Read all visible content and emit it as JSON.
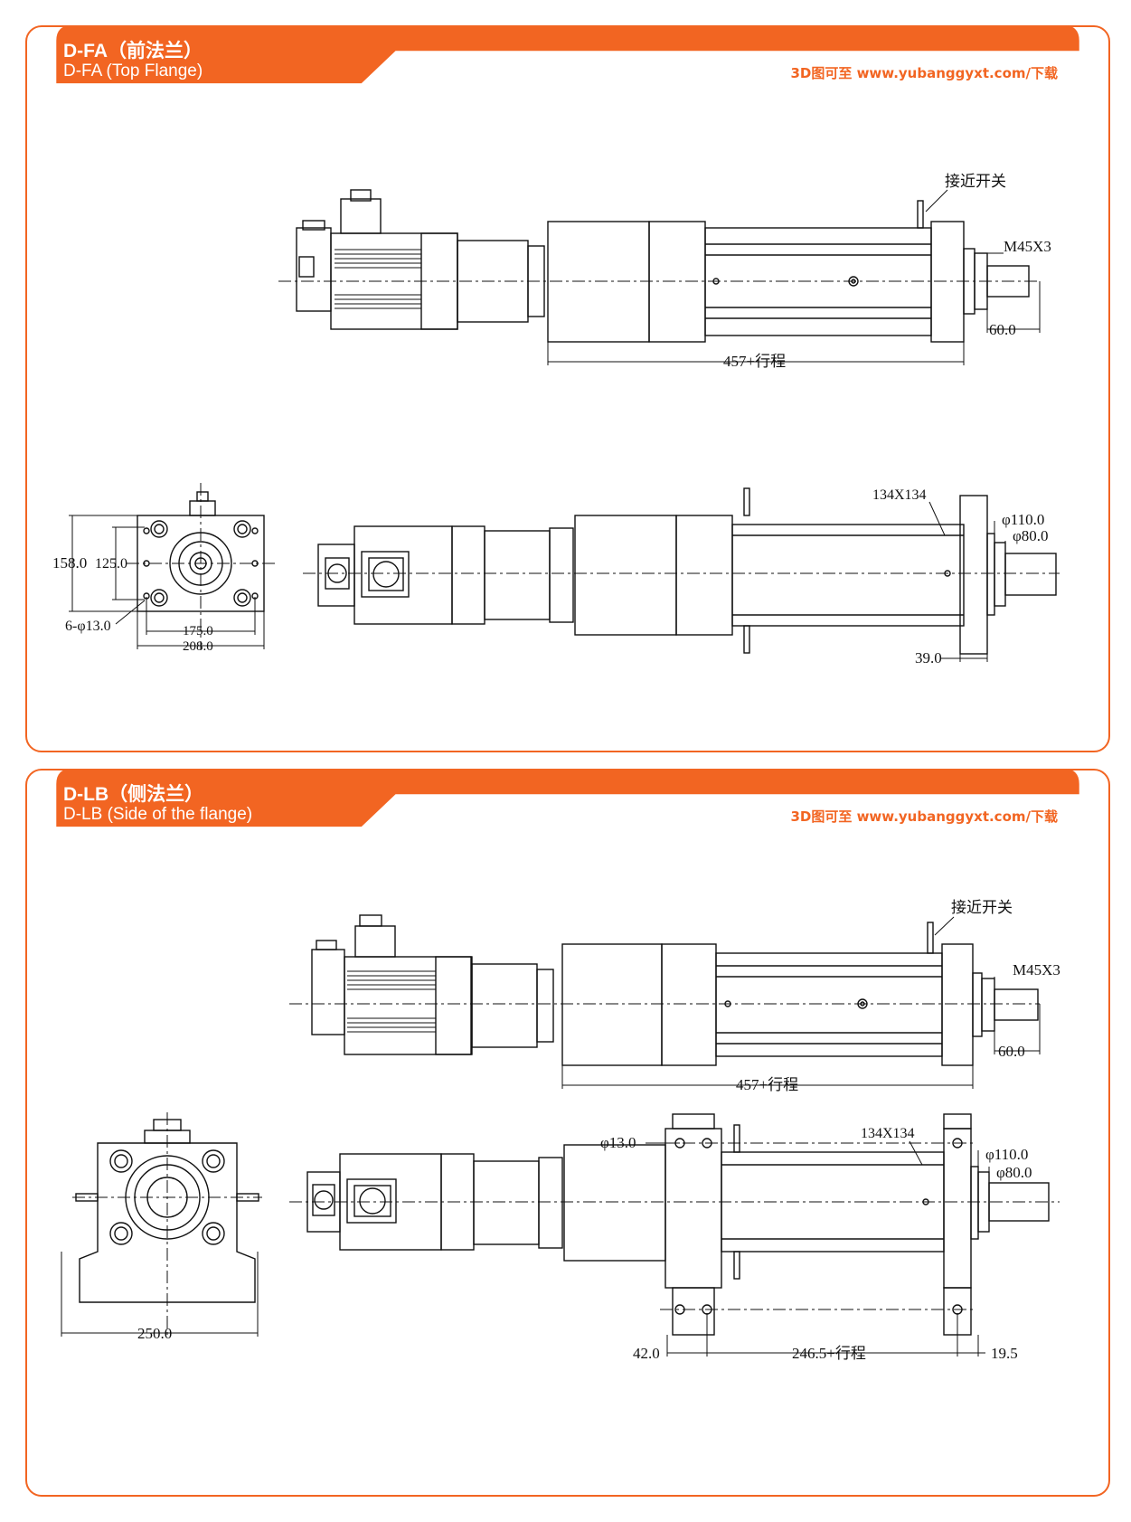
{
  "sections": [
    {
      "title": "D-FA（前法兰）",
      "subtitle": "D-FA (Top Flange)",
      "download": "3D图可至 www.yubanggyxt.com/下载",
      "labels": {
        "switch": "接近开关",
        "thread": "M45X3",
        "rod_ext": "60.0",
        "length": "457+行程",
        "h1": "158.0",
        "h2": "125.0",
        "holes": "6-φ13.0",
        "w1": "175.0",
        "w2": "208.0",
        "square": "134X134",
        "d1": "φ110.0",
        "d2": "φ80.0",
        "flange_t": "39.0"
      }
    },
    {
      "title": "D-LB（侧法兰）",
      "subtitle": "D-LB (Side of the flange)",
      "download": "3D图可至 www.yubanggyxt.com/下载",
      "labels": {
        "switch": "接近开关",
        "thread": "M45X3",
        "rod_ext": "60.0",
        "length": "457+行程",
        "width": "250.0",
        "hole": "φ13.0",
        "square": "134X134",
        "d1": "φ110.0",
        "d2": "φ80.0",
        "left": "42.0",
        "mid": "246.5+行程",
        "right": "19.5"
      }
    }
  ],
  "colors": {
    "accent": "#f26522",
    "line": "#111111"
  }
}
